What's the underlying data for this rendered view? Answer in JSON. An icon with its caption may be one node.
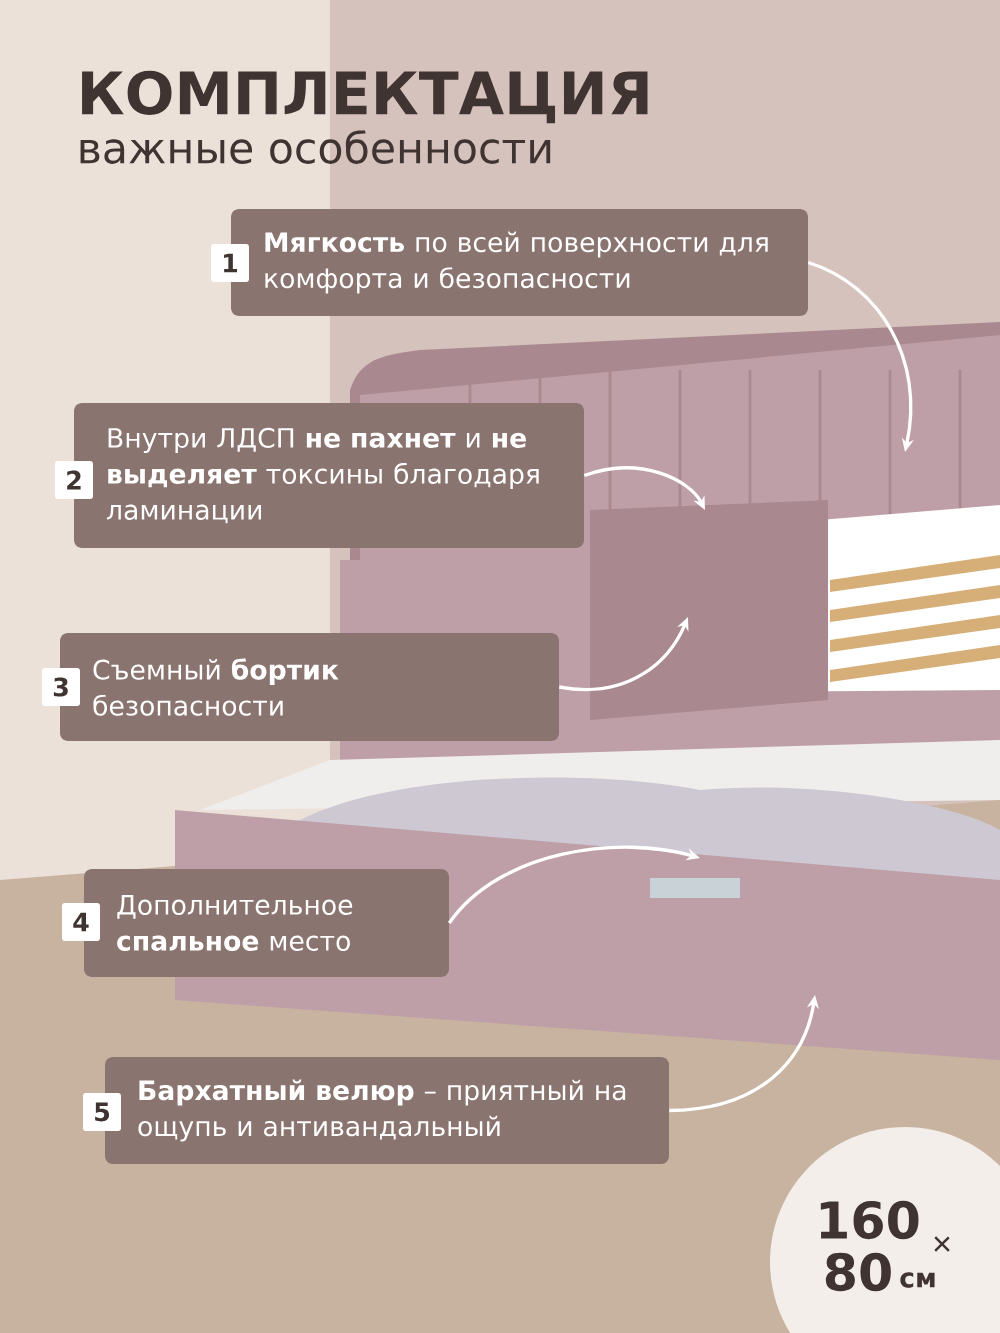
{
  "diagram": {
    "title": "КОМПЛЕКТАЦИЯ",
    "nodes": [
      {
        "text": [
          "1",
          "**Мягкость** по всей поверхности для комфорта и безопасности"
        ]
      },
      {
        "text": [
          "2",
          "Внутри ЛДСП **не пахнет** и **не выделяет** токсины благодаря ламинации"
        ]
      },
      {
        "text": [
          "3",
          "Съемный **бортик** безопасности"
        ]
      },
      {
        "text": [
          "4",
          "Дополнительное **спальное** место"
        ]
      },
      {
        "text": [
          "5",
          "**Бархатный велюр** – приятный на ощупь и антивандальный"
        ]
      },
      {
        "text": [
          "160",
          "×",
          "80",
          "см"
        ]
      }
    ],
    "edges": [
      {
        "from": 0,
        "to": null,
        "arrow": "to"
      },
      {
        "from": 1,
        "to": null,
        "arrow": "to"
      },
      {
        "from": 2,
        "to": null,
        "arrow": "to"
      },
      {
        "from": 3,
        "to": null,
        "arrow": "to"
      },
      {
        "from": 4,
        "to": null,
        "arrow": "to"
      }
    ],
    "labels": [
      "важные особенности"
    ]
  }
}
